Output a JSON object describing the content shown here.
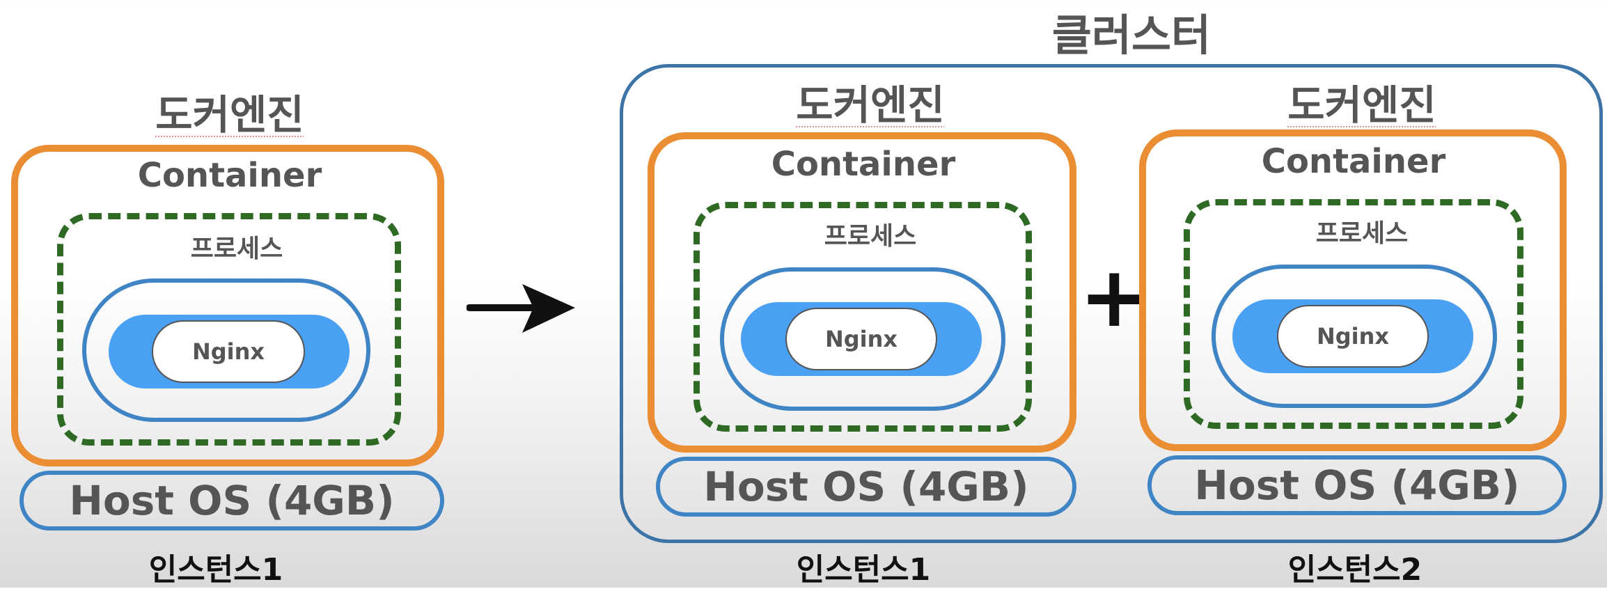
{
  "cluster": {
    "title": "클러스터"
  },
  "standalone": {
    "engine_title": "도커엔진",
    "container_label": "Container",
    "process_label": "프로세스",
    "app_label": "Nginx",
    "host_label": "Host OS (4GB)",
    "instance_label": "인스턴스1"
  },
  "cluster_nodes": [
    {
      "engine_title": "도커엔진",
      "container_label": "Container",
      "process_label": "프로세스",
      "app_label": "Nginx",
      "host_label": "Host OS (4GB)",
      "instance_label": "인스턴스1"
    },
    {
      "engine_title": "도커엔진",
      "container_label": "Container",
      "process_label": "프로세스",
      "app_label": "Nginx",
      "host_label": "Host OS (4GB)",
      "instance_label": "인스턴스2"
    }
  ],
  "plus_symbol": "+",
  "colors": {
    "container_border": "#ea8d33",
    "process_border": "#2e6a24",
    "capsule_border": "#3f84c4",
    "app_pill": "#4aa0f2",
    "cluster_border": "#3d74a8",
    "label_text": "#555555"
  }
}
